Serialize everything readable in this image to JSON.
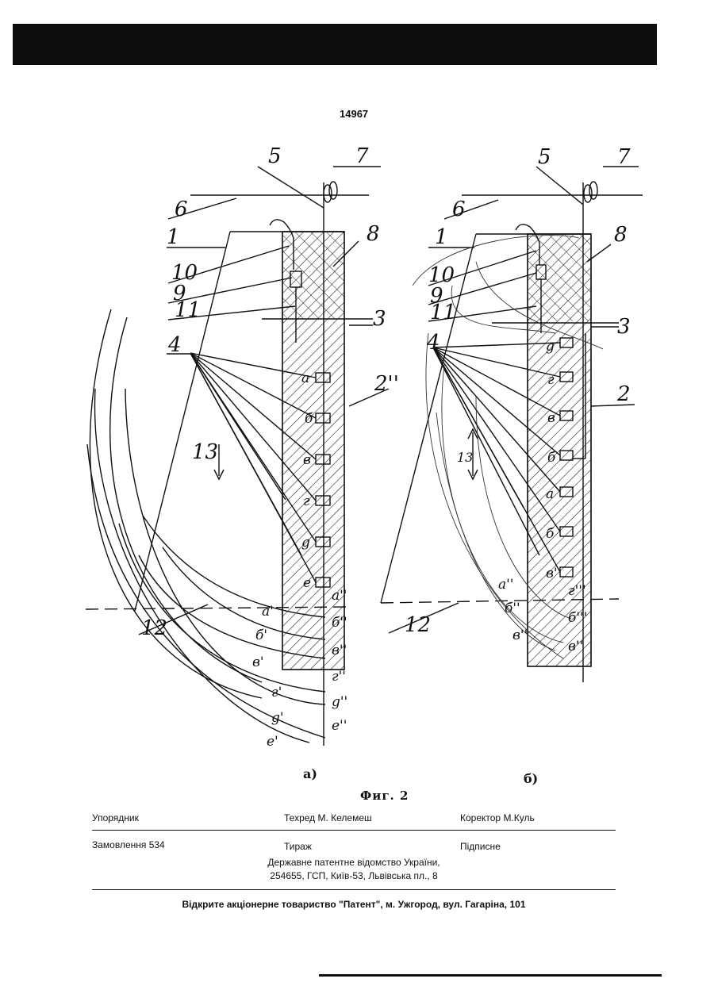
{
  "page_number": "14967",
  "figure": {
    "caption": "Фиг. 2",
    "panel_a": {
      "label": "а)",
      "callouts": [
        "1",
        "4",
        "5",
        "6",
        "7",
        "8",
        "9",
        "10",
        "11",
        "12",
        "13",
        "3",
        "2''"
      ],
      "probe_marks": [
        "а",
        "б",
        "в",
        "г",
        "g",
        "е"
      ],
      "projected_marks": [
        "а'",
        "б'",
        "в'",
        "г'",
        "g'",
        "е'",
        "а''",
        "б''",
        "в''",
        "г''",
        "g''",
        "е''"
      ]
    },
    "panel_b": {
      "label": "б)",
      "callouts": [
        "1",
        "4",
        "5",
        "6",
        "7",
        "8",
        "9",
        "10",
        "11",
        "12",
        "13",
        "3",
        "2"
      ],
      "probe_marks": [
        "g",
        "г",
        "в",
        "б",
        "а",
        "б",
        "в'"
      ],
      "projected_marks": [
        "а''",
        "б''",
        "в''",
        "г'''",
        "б'''",
        "в''"
      ]
    }
  },
  "imprint": {
    "row1": {
      "compiler": "Упорядник",
      "techred": "Техред М. Келемеш",
      "corrector": "Коректор М.Куль"
    },
    "row2": {
      "order": "Замовлення 534",
      "print_run": "Тираж",
      "subscription": "Підписне"
    },
    "office_line1": "Державне патентне відомство України,",
    "office_line2": "254655, ГСП, Київ-53, Львівська пл., 8",
    "publisher": "Відкрите акціонерне товариство \"Патент\", м. Ужгород, вул. Гагаріна, 101"
  }
}
